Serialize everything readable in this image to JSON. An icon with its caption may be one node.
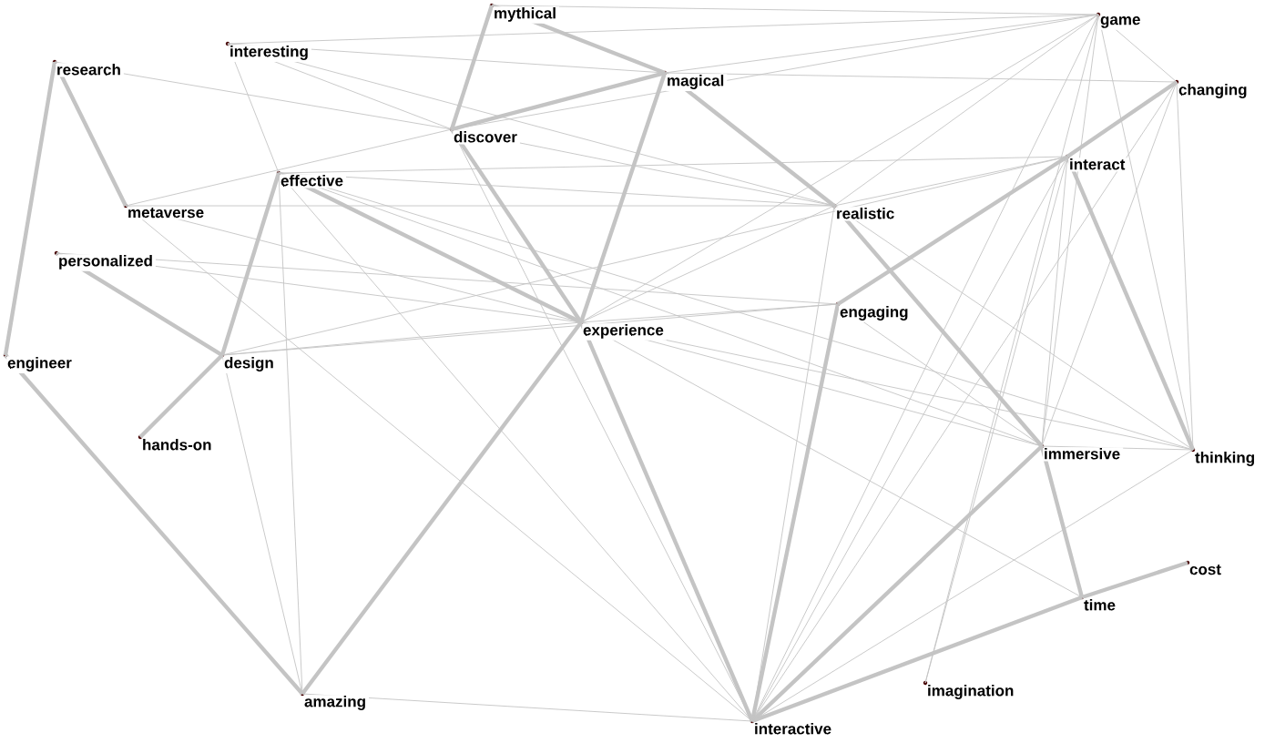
{
  "diagram": {
    "nodes": [
      {
        "text": [
          "research"
        ]
      },
      {
        "text": [
          "interesting"
        ]
      },
      {
        "text": [
          "mythical"
        ]
      },
      {
        "text": [
          "magical"
        ]
      },
      {
        "text": [
          "discover"
        ]
      },
      {
        "text": [
          "effective"
        ]
      },
      {
        "text": [
          "metaverse"
        ]
      },
      {
        "text": [
          "personalized"
        ]
      },
      {
        "text": [
          "engineer"
        ]
      },
      {
        "text": [
          "design"
        ]
      },
      {
        "text": [
          "hands-on"
        ]
      },
      {
        "text": [
          "experience"
        ]
      },
      {
        "text": [
          "realistic"
        ]
      },
      {
        "text": [
          "engaging"
        ]
      },
      {
        "text": [
          "game"
        ]
      },
      {
        "text": [
          "changing"
        ]
      },
      {
        "text": [
          "interact"
        ]
      },
      {
        "text": [
          "immersive"
        ]
      },
      {
        "text": [
          "thinking"
        ]
      },
      {
        "text": [
          "time"
        ]
      },
      {
        "text": [
          "cost"
        ]
      },
      {
        "text": [
          "imagination"
        ]
      },
      {
        "text": [
          "amazing"
        ]
      },
      {
        "text": [
          "interactive"
        ]
      }
    ],
    "edges": [
      {
        "from": 0,
        "to": 8,
        "arrow": "none",
        "style": "thick"
      },
      {
        "from": 0,
        "to": 6,
        "arrow": "none",
        "style": "thick"
      },
      {
        "from": 7,
        "to": 9,
        "arrow": "none",
        "style": "thick"
      },
      {
        "from": 5,
        "to": 9,
        "arrow": "none",
        "style": "thick"
      },
      {
        "from": 9,
        "to": 10,
        "arrow": "none",
        "style": "thick"
      },
      {
        "from": 8,
        "to": 22,
        "arrow": "none",
        "style": "thick"
      },
      {
        "from": 22,
        "to": 11,
        "arrow": "none",
        "style": "thick"
      },
      {
        "from": 5,
        "to": 11,
        "arrow": "none",
        "style": "thick"
      },
      {
        "from": 2,
        "to": 4,
        "arrow": "none",
        "style": "thick"
      },
      {
        "from": 2,
        "to": 3,
        "arrow": "none",
        "style": "thick"
      },
      {
        "from": 3,
        "to": 4,
        "arrow": "none",
        "style": "thick"
      },
      {
        "from": 3,
        "to": 11,
        "arrow": "none",
        "style": "thick"
      },
      {
        "from": 3,
        "to": 12,
        "arrow": "none",
        "style": "thick"
      },
      {
        "from": 13,
        "to": 23,
        "arrow": "none",
        "style": "thick"
      },
      {
        "from": 13,
        "to": 16,
        "arrow": "none",
        "style": "thick"
      },
      {
        "from": 16,
        "to": 15,
        "arrow": "none",
        "style": "thick"
      },
      {
        "from": 16,
        "to": 18,
        "arrow": "none",
        "style": "thick"
      },
      {
        "from": 17,
        "to": 23,
        "arrow": "none",
        "style": "thick"
      },
      {
        "from": 23,
        "to": 19,
        "arrow": "none",
        "style": "thick"
      },
      {
        "from": 19,
        "to": 20,
        "arrow": "none",
        "style": "thick"
      },
      {
        "from": 17,
        "to": 19,
        "arrow": "none",
        "style": "thick"
      },
      {
        "from": 11,
        "to": 23,
        "arrow": "none",
        "style": "thick"
      },
      {
        "from": 12,
        "to": 17,
        "arrow": "none",
        "style": "thick"
      },
      {
        "from": 4,
        "to": 11,
        "arrow": "none",
        "style": "thick"
      },
      {
        "from": 0,
        "to": 4,
        "arrow": "none"
      },
      {
        "from": 1,
        "to": 3,
        "arrow": "none"
      },
      {
        "from": 1,
        "to": 14,
        "arrow": "none"
      },
      {
        "from": 1,
        "to": 4,
        "arrow": "none"
      },
      {
        "from": 1,
        "to": 5,
        "arrow": "none"
      },
      {
        "from": 1,
        "to": 12,
        "arrow": "none"
      },
      {
        "from": 2,
        "to": 14,
        "arrow": "none"
      },
      {
        "from": 3,
        "to": 14,
        "arrow": "none"
      },
      {
        "from": 3,
        "to": 15,
        "arrow": "none"
      },
      {
        "from": 4,
        "to": 14,
        "arrow": "none"
      },
      {
        "from": 4,
        "to": 12,
        "arrow": "none"
      },
      {
        "from": 4,
        "to": 23,
        "arrow": "none"
      },
      {
        "from": 6,
        "to": 4,
        "arrow": "none"
      },
      {
        "from": 6,
        "to": 11,
        "arrow": "none"
      },
      {
        "from": 6,
        "to": 12,
        "arrow": "none"
      },
      {
        "from": 6,
        "to": 23,
        "arrow": "none"
      },
      {
        "from": 7,
        "to": 11,
        "arrow": "none"
      },
      {
        "from": 7,
        "to": 13,
        "arrow": "none"
      },
      {
        "from": 5,
        "to": 12,
        "arrow": "none"
      },
      {
        "from": 5,
        "to": 16,
        "arrow": "none"
      },
      {
        "from": 5,
        "to": 17,
        "arrow": "none"
      },
      {
        "from": 5,
        "to": 22,
        "arrow": "none"
      },
      {
        "from": 5,
        "to": 23,
        "arrow": "none"
      },
      {
        "from": 5,
        "to": 18,
        "arrow": "none"
      },
      {
        "from": 9,
        "to": 11,
        "arrow": "none"
      },
      {
        "from": 9,
        "to": 13,
        "arrow": "none"
      },
      {
        "from": 9,
        "to": 22,
        "arrow": "none"
      },
      {
        "from": 9,
        "to": 16,
        "arrow": "none"
      },
      {
        "from": 11,
        "to": 13,
        "arrow": "none"
      },
      {
        "from": 11,
        "to": 17,
        "arrow": "none"
      },
      {
        "from": 11,
        "to": 18,
        "arrow": "none"
      },
      {
        "from": 11,
        "to": 14,
        "arrow": "none"
      },
      {
        "from": 11,
        "to": 12,
        "arrow": "none"
      },
      {
        "from": 11,
        "to": 19,
        "arrow": "none"
      },
      {
        "from": 12,
        "to": 14,
        "arrow": "none"
      },
      {
        "from": 12,
        "to": 16,
        "arrow": "none"
      },
      {
        "from": 12,
        "to": 23,
        "arrow": "none"
      },
      {
        "from": 12,
        "to": 18,
        "arrow": "none"
      },
      {
        "from": 13,
        "to": 17,
        "arrow": "none"
      },
      {
        "from": 14,
        "to": 23,
        "arrow": "none"
      },
      {
        "from": 14,
        "to": 17,
        "arrow": "none"
      },
      {
        "from": 14,
        "to": 18,
        "arrow": "none"
      },
      {
        "from": 14,
        "to": 15,
        "arrow": "none"
      },
      {
        "from": 14,
        "to": 21,
        "arrow": "none"
      },
      {
        "from": 15,
        "to": 17,
        "arrow": "none"
      },
      {
        "from": 15,
        "to": 18,
        "arrow": "none"
      },
      {
        "from": 15,
        "to": 23,
        "arrow": "none"
      },
      {
        "from": 16,
        "to": 23,
        "arrow": "none"
      },
      {
        "from": 16,
        "to": 21,
        "arrow": "none"
      },
      {
        "from": 16,
        "to": 17,
        "arrow": "none"
      },
      {
        "from": 17,
        "to": 18,
        "arrow": "none"
      },
      {
        "from": 18,
        "to": 23,
        "arrow": "none"
      },
      {
        "from": 22,
        "to": 23,
        "arrow": "none"
      }
    ]
  }
}
